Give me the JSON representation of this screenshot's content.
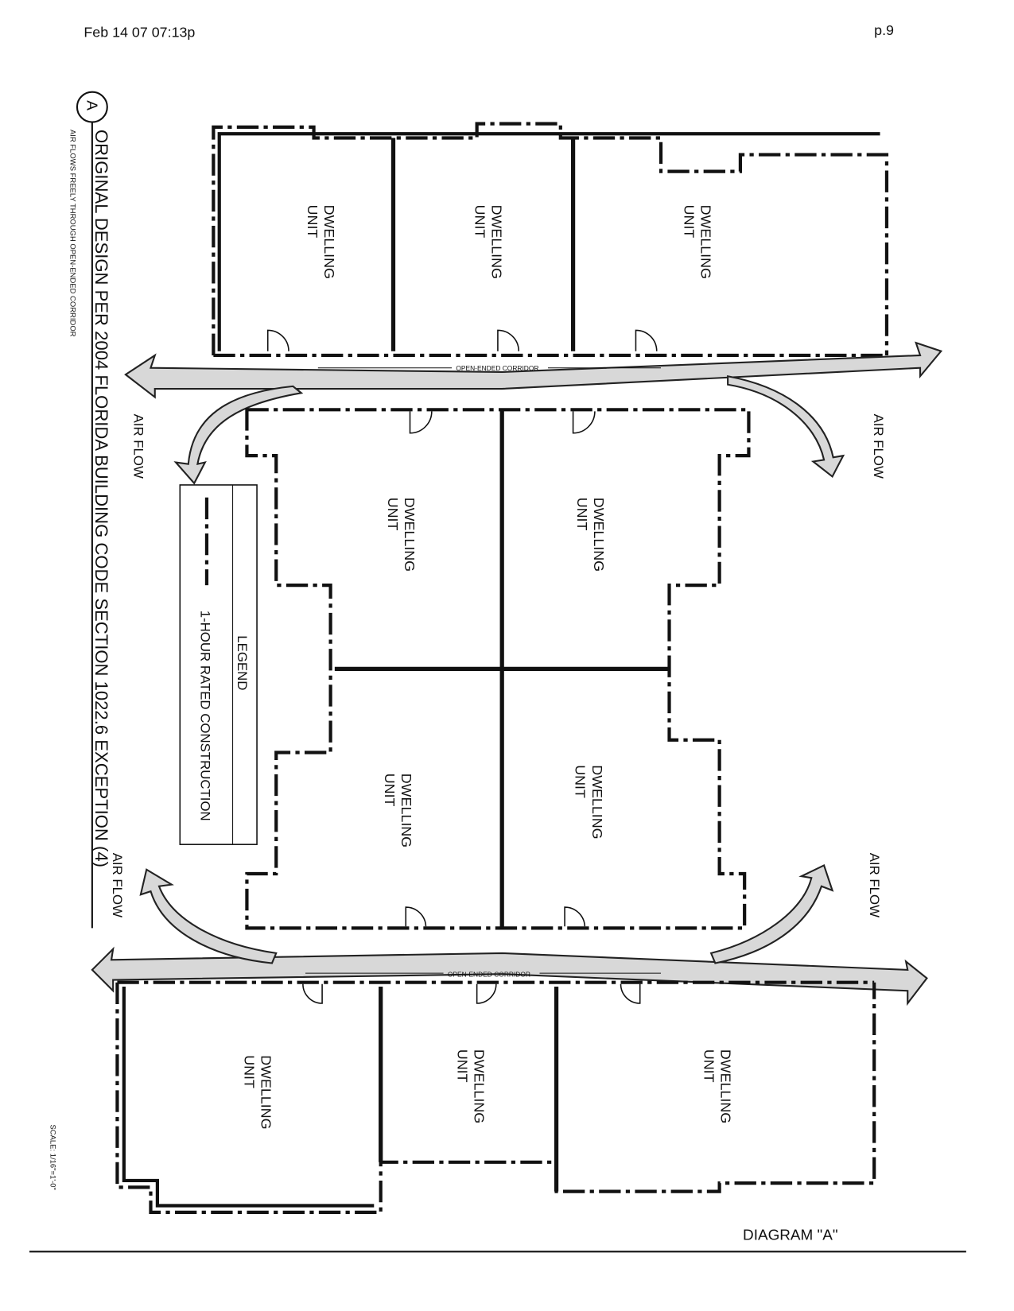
{
  "fax_header": {
    "timestamp": "Feb 14 07 07:13p",
    "page": "p.9"
  },
  "title": {
    "marker": "A",
    "main": "ORIGINAL DESIGN PER 2004 FLORIDA BUILDING CODE SECTION 1022.6 EXCEPTION (4)",
    "subtitle": "AIR FLOWS FREELY THROUGH OPEN-ENDED CORRIDOR",
    "scale": "SCALE: 1/16\"=1'-0\""
  },
  "units": {
    "label_line1": "DWELLING",
    "label_line2": "UNIT"
  },
  "corridors": {
    "upper": "OPEN-ENDED CORRIDOR",
    "lower": "OPEN-ENDED CORRIDOR"
  },
  "airflow_label": "AIR FLOW",
  "legend": {
    "title": "LEGEND",
    "item": "1-HOUR RATED CONSTRUCTION"
  },
  "diagram_label": "DIAGRAM \"A\""
}
